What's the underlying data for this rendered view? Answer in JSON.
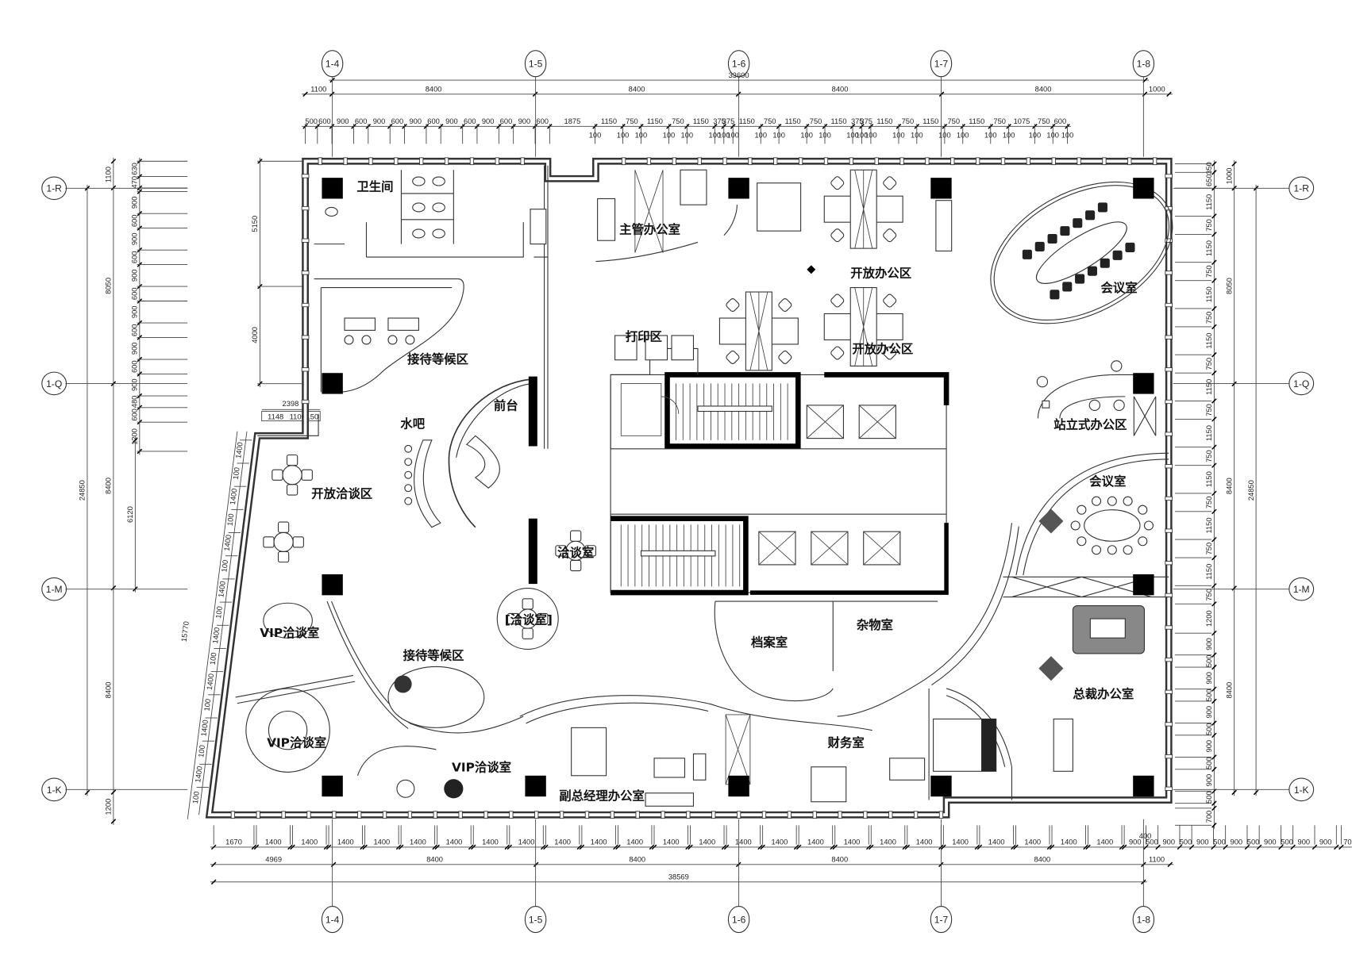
{
  "grid": {
    "columns": [
      "1-4",
      "1-5",
      "1-6",
      "1-7",
      "1-8"
    ],
    "rows": [
      "1-R",
      "1-Q",
      "1-M",
      "1-K"
    ]
  },
  "rooms": [
    "卫生间",
    "主管办公室",
    "开放办公区",
    "开放办公区",
    "会议室",
    "接待等候区",
    "打印区",
    "前台",
    "水吧",
    "站立式办公区",
    "开放洽谈区",
    "会议室",
    "洽谈室",
    "[洽谈室]",
    "VIP洽谈室",
    "档案室",
    "杂物室",
    "接待等候区",
    "总裁办公室",
    "VIP洽谈室",
    "财务室",
    "VIP洽谈室",
    "副总经理办公室"
  ],
  "dimensions": {
    "post_label": "100",
    "top_total": [
      33600
    ],
    "top_bays": [
      1100,
      8400,
      8400,
      8400,
      8400,
      1000
    ],
    "top_sub": [
      500,
      600,
      900,
      600,
      900,
      600,
      900,
      600,
      900,
      600,
      900,
      600,
      900,
      600,
      1875,
      1150,
      750,
      1150,
      750,
      1150,
      375,
      375,
      1150,
      750,
      1150,
      750,
      1150,
      375,
      375,
      1150,
      750,
      1150,
      750,
      1150,
      750,
      1075,
      750,
      600
    ],
    "bottom_sub": [
      1670,
      100,
      1400,
      100,
      1400,
      100,
      1400,
      100,
      1400,
      100,
      1400,
      100,
      1400,
      100,
      1400,
      100,
      1400,
      100,
      1400,
      100,
      1400,
      100,
      1400,
      100,
      1400,
      100,
      1400,
      100,
      1400,
      100,
      1400,
      100,
      1400,
      100,
      1400,
      100,
      1400,
      100,
      1400,
      100,
      1400,
      100,
      1400,
      100,
      1400,
      100,
      1400,
      100,
      1400,
      100,
      900,
      500,
      900,
      500,
      900,
      500,
      900,
      500,
      900,
      500,
      900,
      900,
      200,
      700
    ],
    "bottom_sub_extra": "400",
    "bottom_bays": [
      4969,
      8400,
      8400,
      8400,
      8400,
      1100
    ],
    "bottom_total": [
      38569
    ],
    "left_total": [
      24850
    ],
    "left_bays": [
      1100,
      8050,
      8400,
      8400,
      1200
    ],
    "left_sub": [
      630,
      470,
      150,
      900,
      600,
      900,
      600,
      900,
      600,
      900,
      600,
      900,
      600,
      900,
      480,
      600,
      1200
    ],
    "left_inner": [
      5150,
      4000
    ],
    "left_6120": [
      6120
    ],
    "slant_total": "15770",
    "slant_sub": [
      "1400",
      "100"
    ],
    "step_total": "2398",
    "step_sub": [
      "1148",
      "1100",
      "150"
    ],
    "right_bays": [
      1000,
      8050,
      8400,
      8400
    ],
    "right_total": [
      24850
    ],
    "right_sub": [
      350,
      650,
      1150,
      750,
      1150,
      750,
      1150,
      750,
      1150,
      750,
      1150,
      750,
      1150,
      750,
      1150,
      750,
      1150,
      750,
      1150,
      750,
      1200,
      900,
      500,
      900,
      500,
      900,
      500,
      900,
      500,
      900,
      500,
      200,
      700
    ]
  }
}
